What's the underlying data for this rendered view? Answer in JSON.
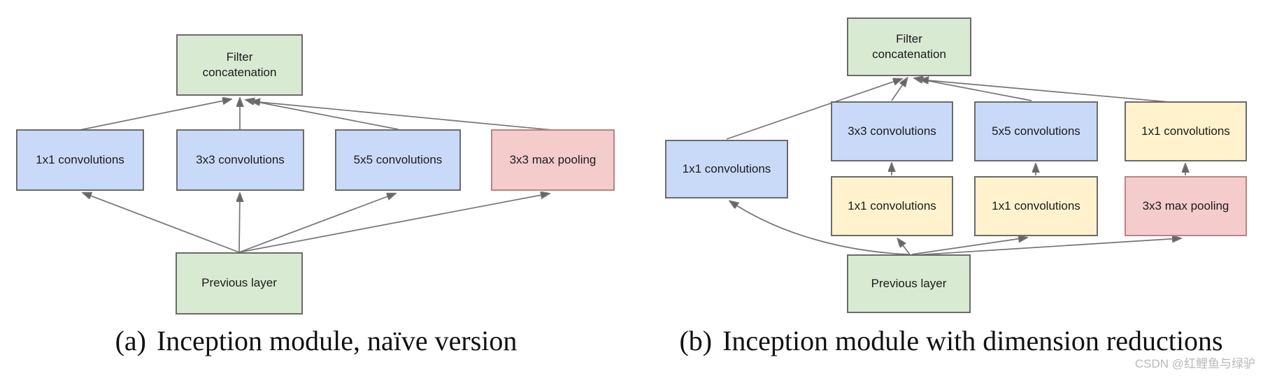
{
  "colors": {
    "background": "#ffffff",
    "green_fill": "#d9ead3",
    "blue_fill": "#c9daf8",
    "yellow_fill": "#fff2cc",
    "red_fill": "#f4cccc",
    "gray_border": "#6b6b6b",
    "red_border": "#bb8383",
    "arrow": "#757575",
    "arrowhead": "#666666",
    "caption_text": "#111111",
    "node_text": "#1b1b1b",
    "watermark_text": "#b9b9b9"
  },
  "figure": {
    "diagram_a": {
      "caption_label": "(a)",
      "caption_text": "Inception module, naïve version",
      "nodes": {
        "filter_concat": "Filter concatenation",
        "conv_1x1": "1x1 convolutions",
        "conv_3x3": "3x3 convolutions",
        "conv_5x5": "5x5 convolutions",
        "max_pool": "3x3 max pooling",
        "previous_layer": "Previous layer"
      }
    },
    "diagram_b": {
      "caption_label": "(b)",
      "caption_text": "Inception module with dimension reductions",
      "nodes": {
        "filter_concat": "Filter concatenation",
        "conv_1x1": "1x1 convolutions",
        "conv_3x3": "3x3 convolutions",
        "conv_5x5": "5x5 convolutions",
        "conv_1x1_after_pool": "1x1 convolutions",
        "reduce_1x1_before_3x3": "1x1 convolutions",
        "reduce_1x1_before_5x5": "1x1 convolutions",
        "max_pool": "3x3 max pooling",
        "previous_layer": "Previous layer"
      }
    },
    "watermark": "CSDN @红鲤鱼与绿驴"
  }
}
